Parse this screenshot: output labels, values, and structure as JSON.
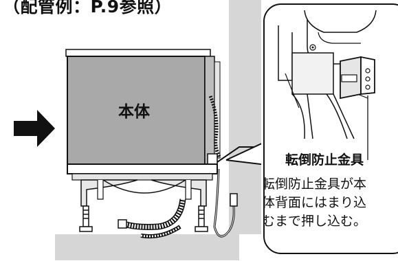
{
  "caption": "（配管例：P.9参照）",
  "main_unit": {
    "label": "本体"
  },
  "callout": {
    "part_name": "転倒防止金具",
    "note_lines": [
      "転倒防止金具が本",
      "体背面にはまり込",
      "むまで押し込む。"
    ]
  },
  "colors": {
    "unit_fill": "#a9a9a9",
    "floor_wall": "#d6d6d6",
    "line": "#111111"
  }
}
